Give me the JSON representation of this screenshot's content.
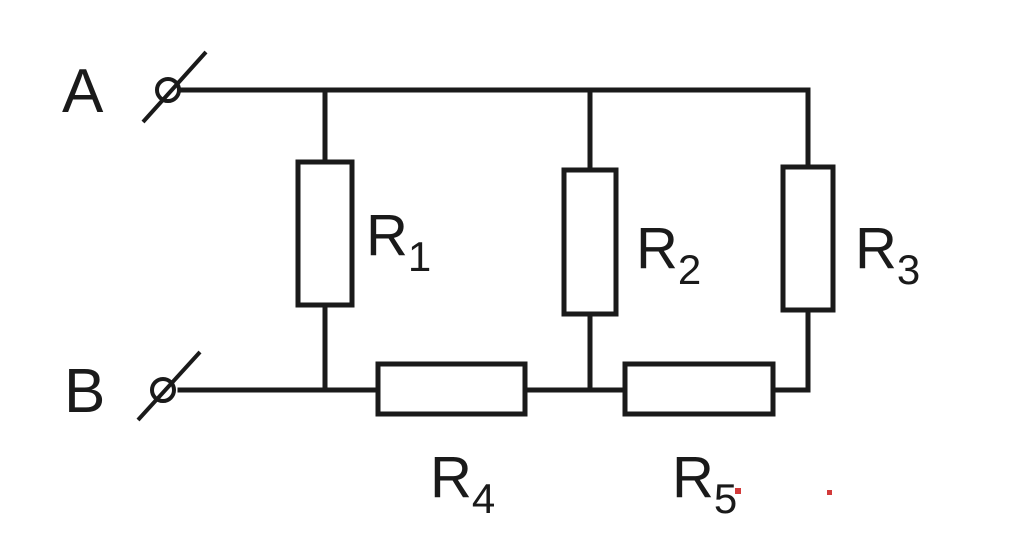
{
  "diagram": {
    "terminals": {
      "a": "A",
      "b": "B"
    },
    "resistors": [
      {
        "letter": "R",
        "sub": "1"
      },
      {
        "letter": "R",
        "sub": "2"
      },
      {
        "letter": "R",
        "sub": "3"
      },
      {
        "letter": "R",
        "sub": "4"
      },
      {
        "letter": "R",
        "sub": "5"
      }
    ],
    "colors": {
      "line": "#1a1a1a",
      "background": "#ffffff",
      "stray_mark": "#d23a3a"
    }
  }
}
